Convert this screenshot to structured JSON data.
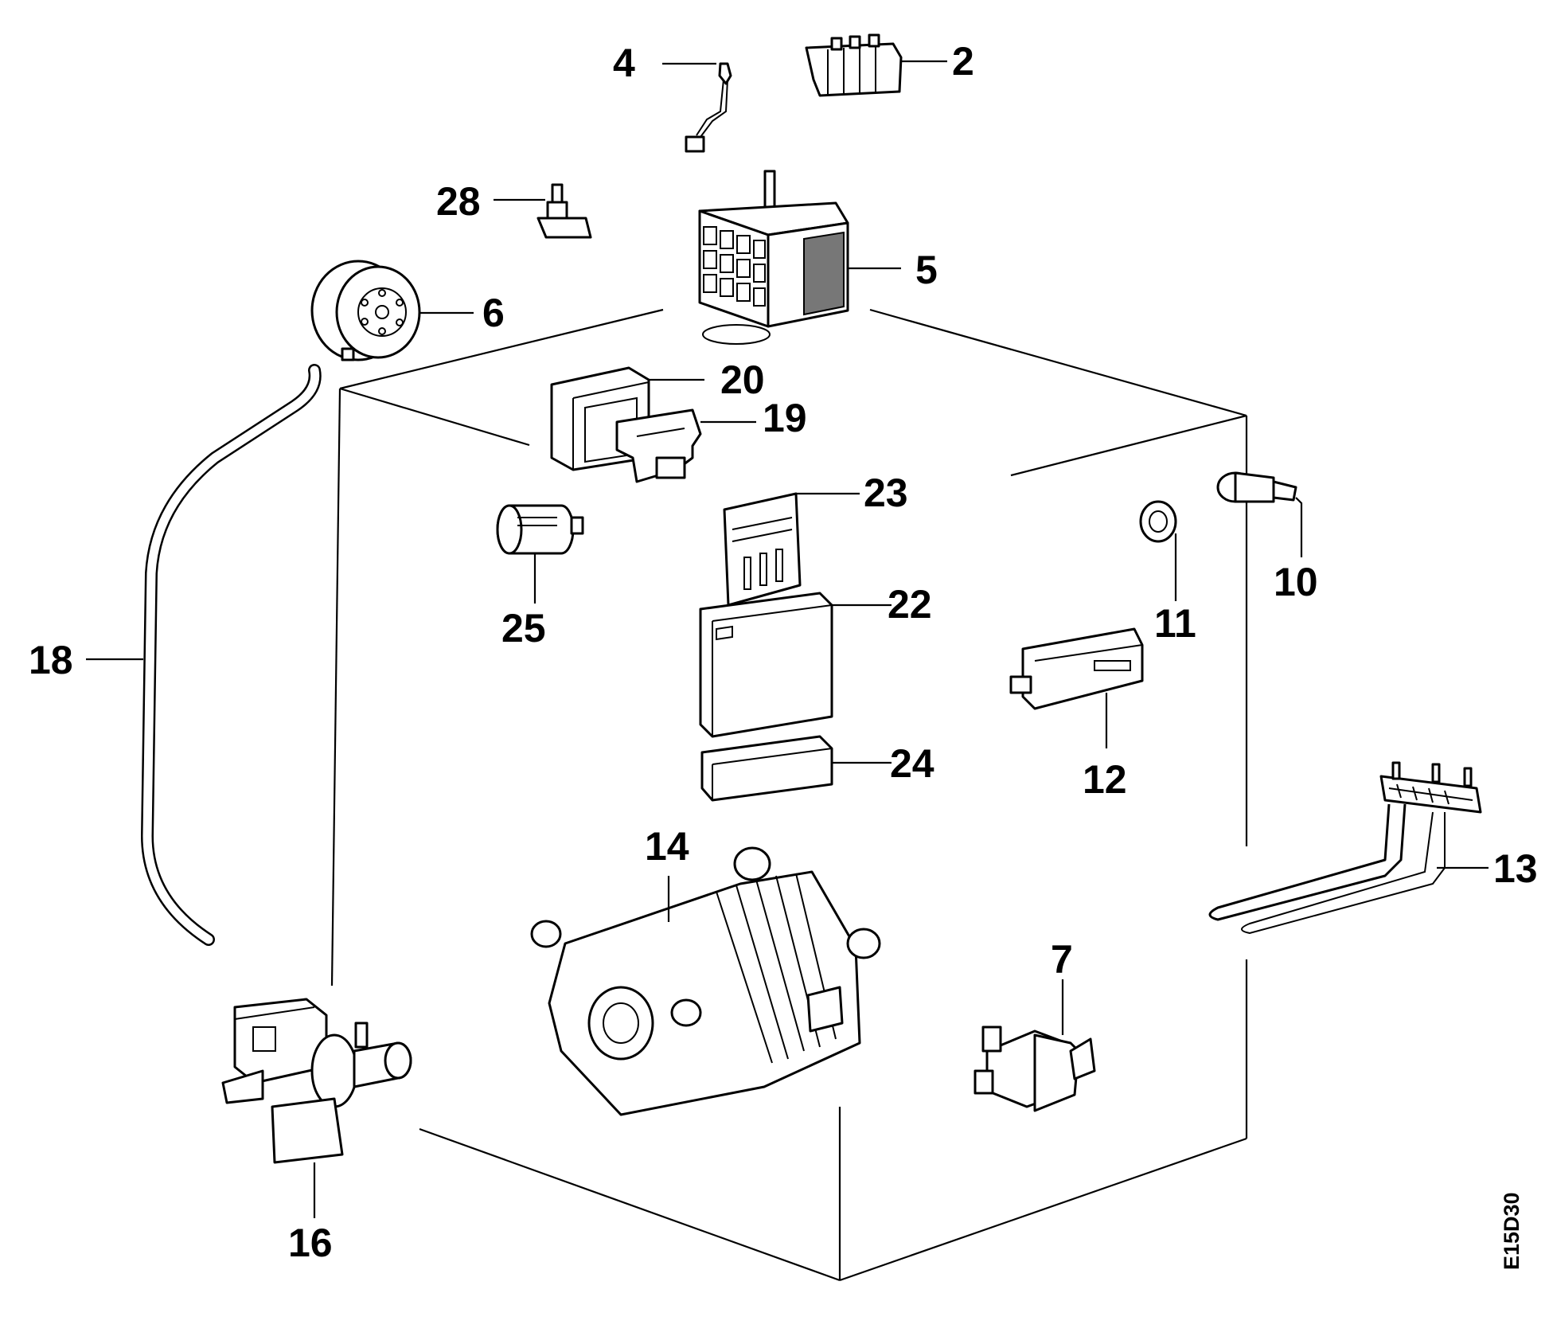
{
  "diagram": {
    "code": "E15D30",
    "labels": {
      "p2": "2",
      "p4": "4",
      "p5": "5",
      "p6": "6",
      "p7": "7",
      "p10": "10",
      "p11": "11",
      "p12": "12",
      "p13": "13",
      "p14": "14",
      "p16": "16",
      "p18": "18",
      "p19": "19",
      "p20": "20",
      "p22": "22",
      "p23": "23",
      "p24": "24",
      "p25": "25",
      "p28": "28"
    }
  }
}
